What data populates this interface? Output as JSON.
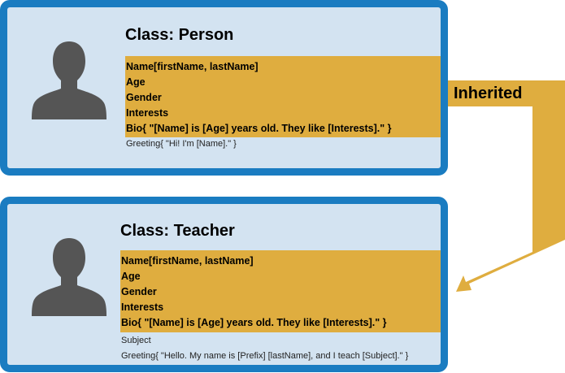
{
  "person_card": {
    "title": "Class: Person",
    "attributes": [
      "Name[firstName, lastName]",
      "Age",
      "Gender",
      "Interests",
      "Bio{ \"[Name] is [Age] years old. They like [Interests].\" }"
    ],
    "extra": [
      "Greeting{ \"Hi! I'm [Name].\"  }"
    ]
  },
  "teacher_card": {
    "title": "Class: Teacher",
    "attributes": [
      "Name[firstName, lastName]",
      "Age",
      "Gender",
      "Interests",
      "Bio{ \"[Name] is [Age] years old. They like [Interests].\" }"
    ],
    "extra": [
      "Subject",
      "Greeting{ \"Hello. My name is [Prefix] [lastName], and I teach [Subject].\" }"
    ]
  },
  "inherited_label": "Inherited",
  "colors": {
    "card_border": "#1a7cc1",
    "card_fill": "#d3e3f1",
    "highlight": "#dfad3f",
    "avatar": "#555555"
  }
}
